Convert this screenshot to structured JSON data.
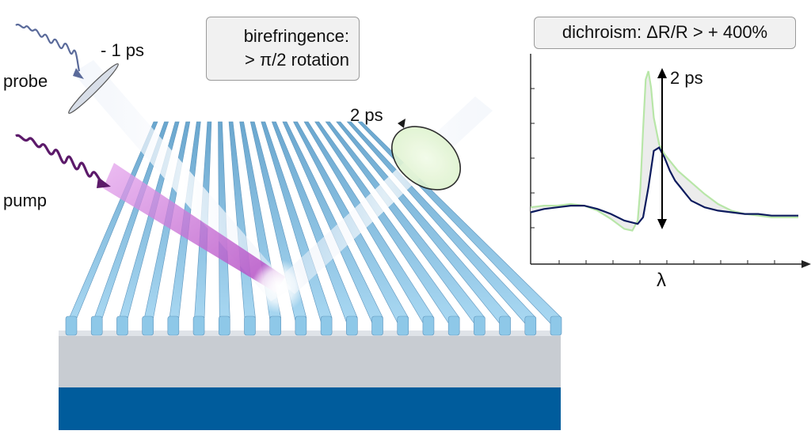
{
  "labels": {
    "probe": "probe",
    "pump": "pump",
    "delay": "- 1 ps",
    "polarization_time": "2 ps",
    "birefringence_line1": "birefringence:",
    "birefringence_line2": "> π/2 rotation",
    "dichroism": "dichroism: ΔR/R > + 400%",
    "plot_arrow_label": "2 ps",
    "x_axis_label": "λ"
  },
  "colors": {
    "probe_pulse": "#5a6a9a",
    "pump_pulse": "#5c1a6a",
    "pump_beam": "#b05cc0",
    "grating_rib": "#8ec8e8",
    "substrate_top": "#c8ccd2",
    "substrate_bottom": "#005c9c",
    "curve_dark": "#0d1b5e",
    "curve_light": "#b8e6a8"
  },
  "chart_data": {
    "type": "line",
    "title": "dichroism: ΔR/R > + 400%",
    "xlabel": "λ",
    "ylabel": "",
    "grid": false,
    "series": [
      {
        "x": [
          0,
          5,
          10,
          15,
          20,
          25,
          30,
          35,
          40,
          42,
          44,
          46,
          48,
          50,
          52,
          54,
          56,
          58,
          60,
          65,
          70,
          75,
          80,
          85,
          90,
          95,
          100
        ],
        "values": [
          0.15,
          0.17,
          0.18,
          0.19,
          0.19,
          0.17,
          0.14,
          0.1,
          0.08,
          0.12,
          0.3,
          0.52,
          0.54,
          0.48,
          0.4,
          0.34,
          0.3,
          0.26,
          0.22,
          0.18,
          0.16,
          0.15,
          0.14,
          0.14,
          0.13,
          0.13,
          0.13
        ]
      },
      {
        "x": [
          0,
          5,
          10,
          15,
          20,
          25,
          30,
          35,
          38,
          40,
          41,
          42,
          43,
          44,
          45,
          46,
          48,
          50,
          52,
          55,
          60,
          65,
          70,
          75,
          80,
          85,
          90,
          95,
          100
        ],
        "values": [
          0.18,
          0.19,
          0.19,
          0.2,
          0.19,
          0.16,
          0.11,
          0.05,
          0.04,
          0.1,
          0.3,
          0.65,
          0.95,
          1.0,
          0.9,
          0.72,
          0.56,
          0.5,
          0.46,
          0.4,
          0.33,
          0.26,
          0.2,
          0.16,
          0.14,
          0.13,
          0.12,
          0.12,
          0.12
        ]
      }
    ]
  }
}
